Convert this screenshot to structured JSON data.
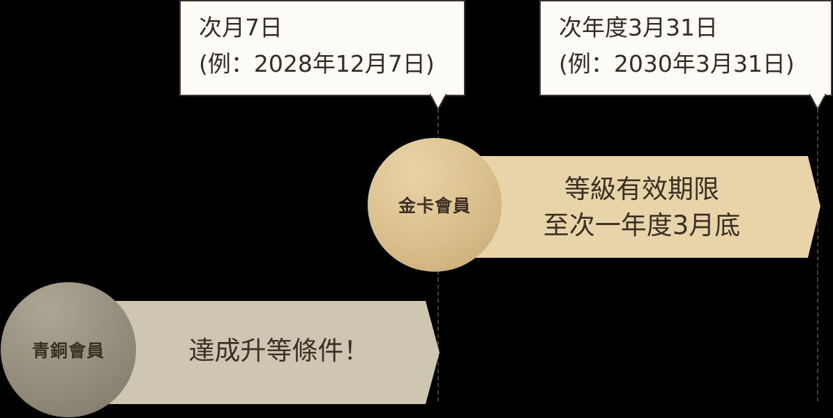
{
  "callouts": [
    {
      "line1": "次月7日",
      "line2": "(例：2028年12月7日)"
    },
    {
      "line1": "次年度3月31日",
      "line2": "(例：2030年3月31日)"
    }
  ],
  "tiers": {
    "gold": {
      "badge": "金卡會員",
      "line1": "等級有效期限",
      "line2": "至次一年度3月底",
      "bar_color": "#e8d4a8",
      "circle_color": "#d9bf8c"
    },
    "bronze": {
      "badge": "青銅會員",
      "line1": "達成升等條件！",
      "bar_color": "#cec6b0",
      "circle_color": "#9d9585"
    }
  },
  "colors": {
    "background": "#000000",
    "callout_bg": "#fdfbf8",
    "text": "#3a3024",
    "dash": "#4a3f2f"
  }
}
